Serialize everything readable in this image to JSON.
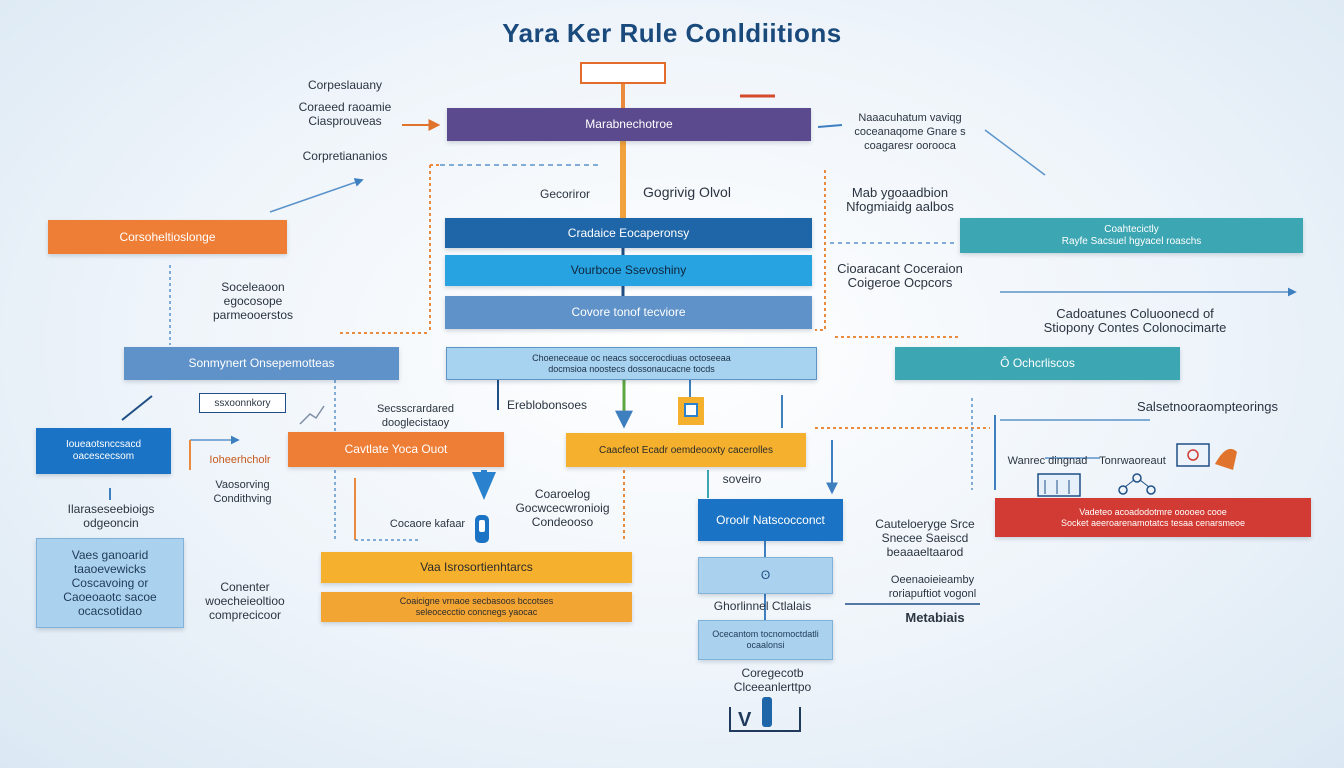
{
  "title": "Yara Ker Rule Conldiitions",
  "nodes": {
    "top_box": "",
    "purple_main": "Marabnechotroe",
    "navy_1": "Cradaice Eocaperonsy",
    "sky_1": "Vourbcoe Ssevoshiny",
    "steel_1": "Covore tonof tecviore",
    "pale_1": "Choeneceaue oc neacs soccerocdiuas octoseeaa\ndocmsioa noostecs dossonaucacne tocds",
    "left_orange": "Corsoheltioslonge",
    "right_teal": "Coahtecictly\nRayfe Sacsuel hgyacel roaschs",
    "left_steel": "Sonmynert Onsepemotteas",
    "right_teal_2": "Ô Ochcrliscos",
    "left_blue": "Ioueaotsnccsacd\noacescecsom",
    "mid_orange": "Cavtlate Yoca Ouot",
    "amber_1": "Caacfeot Ecadr oemdeooxty cacerolles",
    "blue_2": "Oroolr Natscocconct",
    "red_1": "Vadeteo acoadodotmre ooooeo cooe\nSocket aeeroarenamotatcs tesaa cenarsmeoe",
    "amber_2": "Vaa Isrosortienhtarcs",
    "amber_3": "Coaicigne vrnaoe secbasoos bccotses\nseleocecctio concnegs yaocac",
    "light_1": "ʘ",
    "light_2": "Ocecantom tocnomoctdatli\nocaalonsi",
    "left_light": "Vaes ganoarid\ntaaoevewicks\nCoscavoing or\nCaoeoaotc sacoe\nocacsotidao",
    "left_outline_small": "ssxoonnkory"
  },
  "labels": {
    "tl_1": "Corpeslauany",
    "tl_2": "Coraeed raoamie\nCiasprouveas",
    "tl_3": "Corpretiananios",
    "tr_1": "Naaacuhatum vaviqg\ncoceanaqome Gnare s\ncoagaresr oorooca",
    "ccl": "Gecoriror",
    "ccr": "Gogrivig Olvol",
    "rmid_1": "Mab ygoaadbion\nNfogmiaidg aalbos",
    "rmid_2": "Cioaracant Coceraion\nCoigeroe Ocpcors",
    "right_3": "Cadoatunes Coluoonecd of\nStiopony Contes Colonocimarte",
    "left_3": "Soceleaoon\negocosope\nparmeooerstos",
    "mid_a": "Secsscrardared\ndooglecistaoy",
    "mid_b": "Ereblobonsoes",
    "l_orange_lbl": "Ioheerhcholr",
    "l_cond": "Vaosorving\nCondithving",
    "ll_1": "Ilaraseseebioigs\nodgeoncin",
    "ll_2": "Conenter\nwoecheieoltioo\ncomprecicoor",
    "mid_c": "Coaroelog\nGocwcecwronioig\nCondeooso",
    "mid_d": "Cocaore kafaar",
    "soveiro": "soveiro",
    "r_sm_1": "Wanrec dingnad",
    "r_sm_2": "Tonrwaoreaut",
    "r_sub": "Salsetnooraompteorings",
    "rl_1": "Cauteloeryge Srce\nSnecee Saeiscd\nbeaaaeltaarod",
    "rl_2": "Oeenaoieieamby\nroriapuftiot vogonl",
    "metabs": "Metabiais",
    "bot_1": "Ghorlinnel Ctlalais",
    "bot_2": "Coregecotb\nClceeanlerttpo"
  },
  "colors": {
    "purple": "#5b4a8d",
    "navy": "#1f66a8",
    "sky": "#27a3e2",
    "orange": "#ee7d35",
    "teal": "#3ca6b3",
    "red": "#d23b33",
    "amber": "#f5b12d",
    "connector_blue": "#5a93c9",
    "connector_orange": "#e98a3c"
  }
}
